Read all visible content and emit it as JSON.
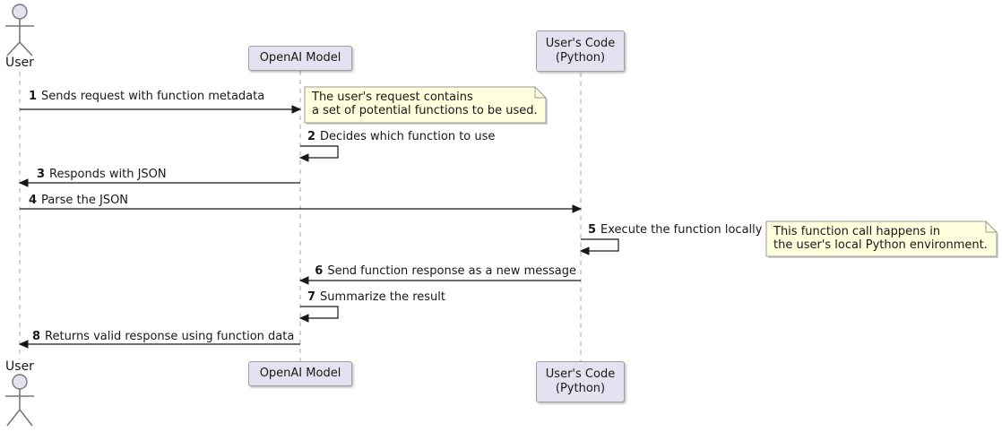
{
  "diagram": {
    "type": "uml-sequence-diagram",
    "participants": {
      "user": {
        "kind": "actor",
        "label": "User"
      },
      "openai": {
        "kind": "participant",
        "label": "OpenAI Model"
      },
      "code": {
        "kind": "participant",
        "line1": "User's Code",
        "line2": "(Python)"
      }
    },
    "messages": [
      {
        "num": "1",
        "text": "Sends request with function metadata",
        "from": "User",
        "to": "OpenAI Model"
      },
      {
        "num": "2",
        "text": "Decides which function to use",
        "from": "OpenAI Model",
        "to": "OpenAI Model"
      },
      {
        "num": "3",
        "text": "Responds with JSON",
        "from": "OpenAI Model",
        "to": "User"
      },
      {
        "num": "4",
        "text": "Parse the JSON",
        "from": "User",
        "to": "User's Code (Python)"
      },
      {
        "num": "5",
        "text": "Execute the function locally",
        "from": "User's Code (Python)",
        "to": "User's Code (Python)"
      },
      {
        "num": "6",
        "text": "Send function response as a new message",
        "from": "User's Code (Python)",
        "to": "OpenAI Model"
      },
      {
        "num": "7",
        "text": "Summarize the result",
        "from": "OpenAI Model",
        "to": "OpenAI Model"
      },
      {
        "num": "8",
        "text": "Returns valid response using function data",
        "from": "OpenAI Model",
        "to": "User"
      }
    ],
    "notes": [
      {
        "line1": "The user's request contains",
        "line2": "a set of potential functions to be used.",
        "anchor": "OpenAI Model"
      },
      {
        "line1": "This function call happens in",
        "line2": "the user's local Python environment.",
        "anchor": "User's Code (Python)"
      }
    ],
    "colors": {
      "background": "#FFFFFF",
      "text": "#181818",
      "arrow": "#181818",
      "lifeline": "#A8A8A8",
      "actor": "#77777F",
      "participant_fill": "#E2E2F0",
      "participant_border": "#A0A0A0",
      "note_fill": "#FEFFDD",
      "note_border": "#999999"
    }
  }
}
